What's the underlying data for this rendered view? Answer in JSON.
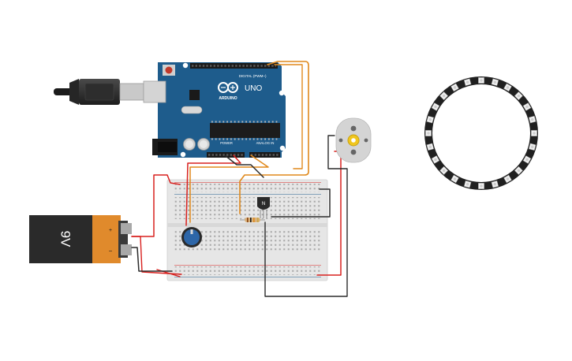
{
  "canvas": {
    "background": "#ffffff"
  },
  "arduino": {
    "brand": "ARDUINO",
    "model": "UNO",
    "digital_header": "DIGITAL (PWM~)",
    "power_header": "POWER",
    "analog_header": "ANALOG IN",
    "board_color": "#1e5c8c"
  },
  "battery": {
    "label": "9V",
    "plus": "+",
    "minus": "−"
  },
  "transistor": {
    "label": "N"
  },
  "wire_colors": {
    "red": "#d8201e",
    "black": "#2b2b2b",
    "orange": "#e0891c"
  },
  "led_ring": {
    "pixel_count": 24
  },
  "icons": [
    "usb-cable-icon",
    "potentiometer-icon",
    "resistor-icon",
    "dc-motor-icon",
    "neopixel-ring-icon"
  ]
}
